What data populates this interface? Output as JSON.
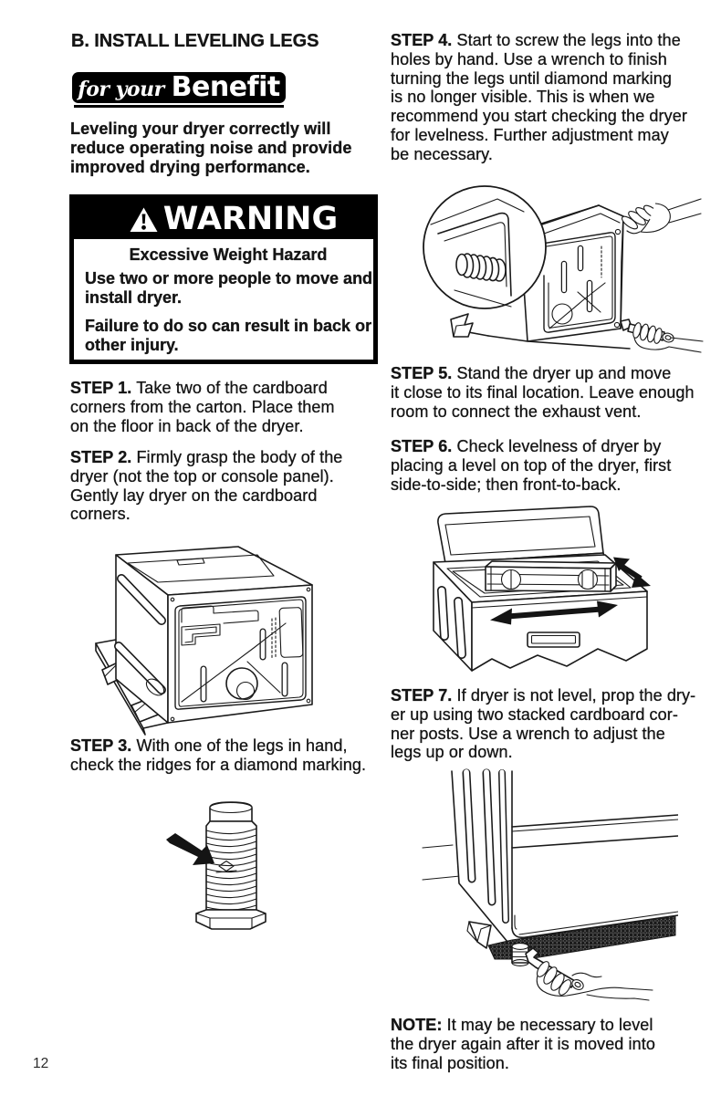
{
  "page": {
    "number": "12"
  },
  "header": {
    "title": "B. INSTALL LEVELING LEGS"
  },
  "benefit_badge": {
    "script": "for your",
    "word": "Benefit"
  },
  "intro": "Leveling your dryer correctly will\nreduce operating noise and provide\nimproved drying performance.",
  "warning": {
    "title": "WARNING",
    "hazard": "Excessive Weight Hazard",
    "line1": "Use two or more people to move and\ninstall dryer.",
    "line2": "Failure to do so can result in back or\nother injury."
  },
  "steps": {
    "s1": {
      "label": "STEP 1.",
      "text": "Take two of the cardboard\ncorners from the carton. Place them\non the floor in back of the dryer."
    },
    "s2": {
      "label": "STEP 2.",
      "text": "Firmly grasp the body of the\ndryer (not the top or console panel).\nGently lay dryer on the cardboard\ncorners."
    },
    "s3": {
      "label": "STEP 3.",
      "text": "With one of the legs in hand,\ncheck the ridges for a diamond marking."
    },
    "s4": {
      "label": "STEP 4.",
      "text": "Start to screw the legs into the\nholes by hand. Use a wrench to finish\nturning the legs until diamond marking\nis no longer visible. This is when we\nrecommend you start checking the dryer\nfor levelness. Further adjustment may\nbe necessary."
    },
    "s5": {
      "label": "STEP 5.",
      "text": "Stand the dryer up and move\nit close to its final location. Leave enough\nroom to connect the exhaust vent."
    },
    "s6": {
      "label": "STEP 6.",
      "text": "Check levelness of dryer by\nplacing a level on top of the dryer, first\nside-to-side; then front-to-back."
    },
    "s7": {
      "label": "STEP 7.",
      "text": "If dryer is not level, prop the dry-\ner up using two stacked cardboard cor-\nner posts. Use a wrench to adjust the\nlegs up or down."
    }
  },
  "note": {
    "label": "NOTE:",
    "text": "It may be necessary to level\nthe dryer again after it is moved into\nits final position."
  }
}
